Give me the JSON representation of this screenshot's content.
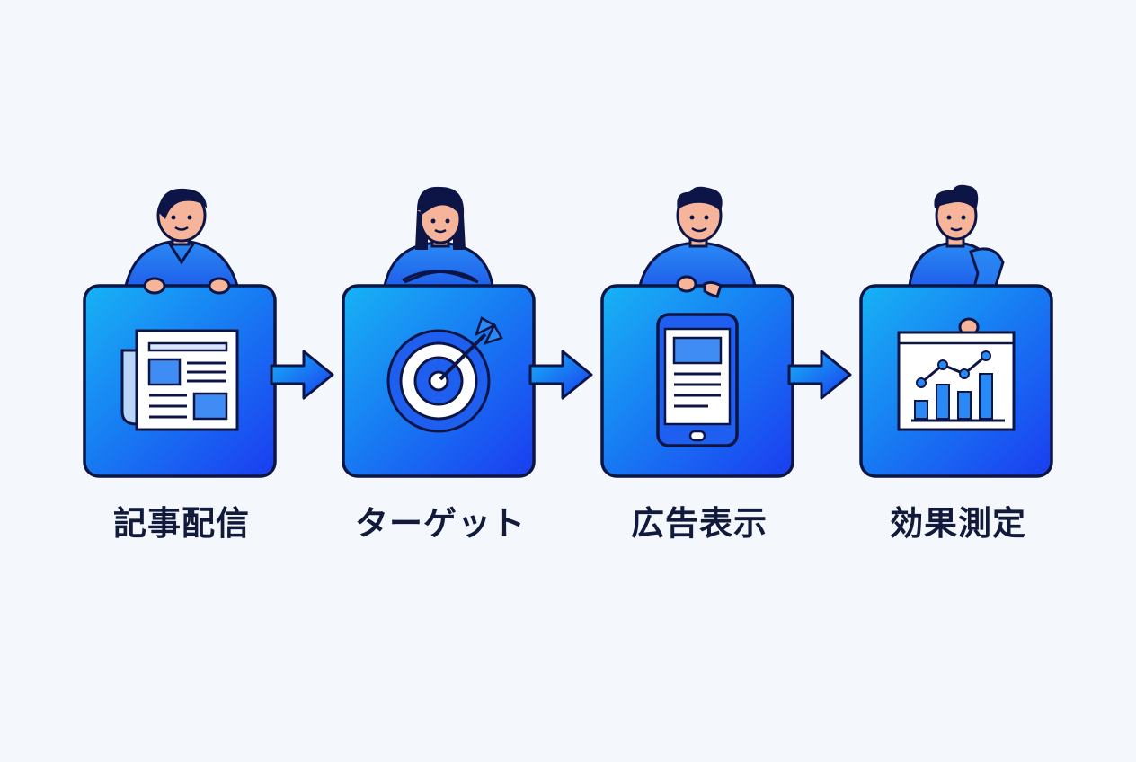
{
  "steps": [
    {
      "label": "記事配信",
      "icon": "newspaper-icon"
    },
    {
      "label": "ターゲット",
      "icon": "target-icon"
    },
    {
      "label": "広告表示",
      "icon": "smartphone-ad-icon"
    },
    {
      "label": "効果測定",
      "icon": "analytics-chart-icon"
    }
  ],
  "colors": {
    "background": "#f4f7fc",
    "card_light": "#17b3f5",
    "card_dark": "#1a3df0",
    "outline": "#0d1547",
    "shirt": "#2276f0",
    "skin": "#f6b59a",
    "hair": "#0d1547",
    "label": "#111a3a"
  }
}
